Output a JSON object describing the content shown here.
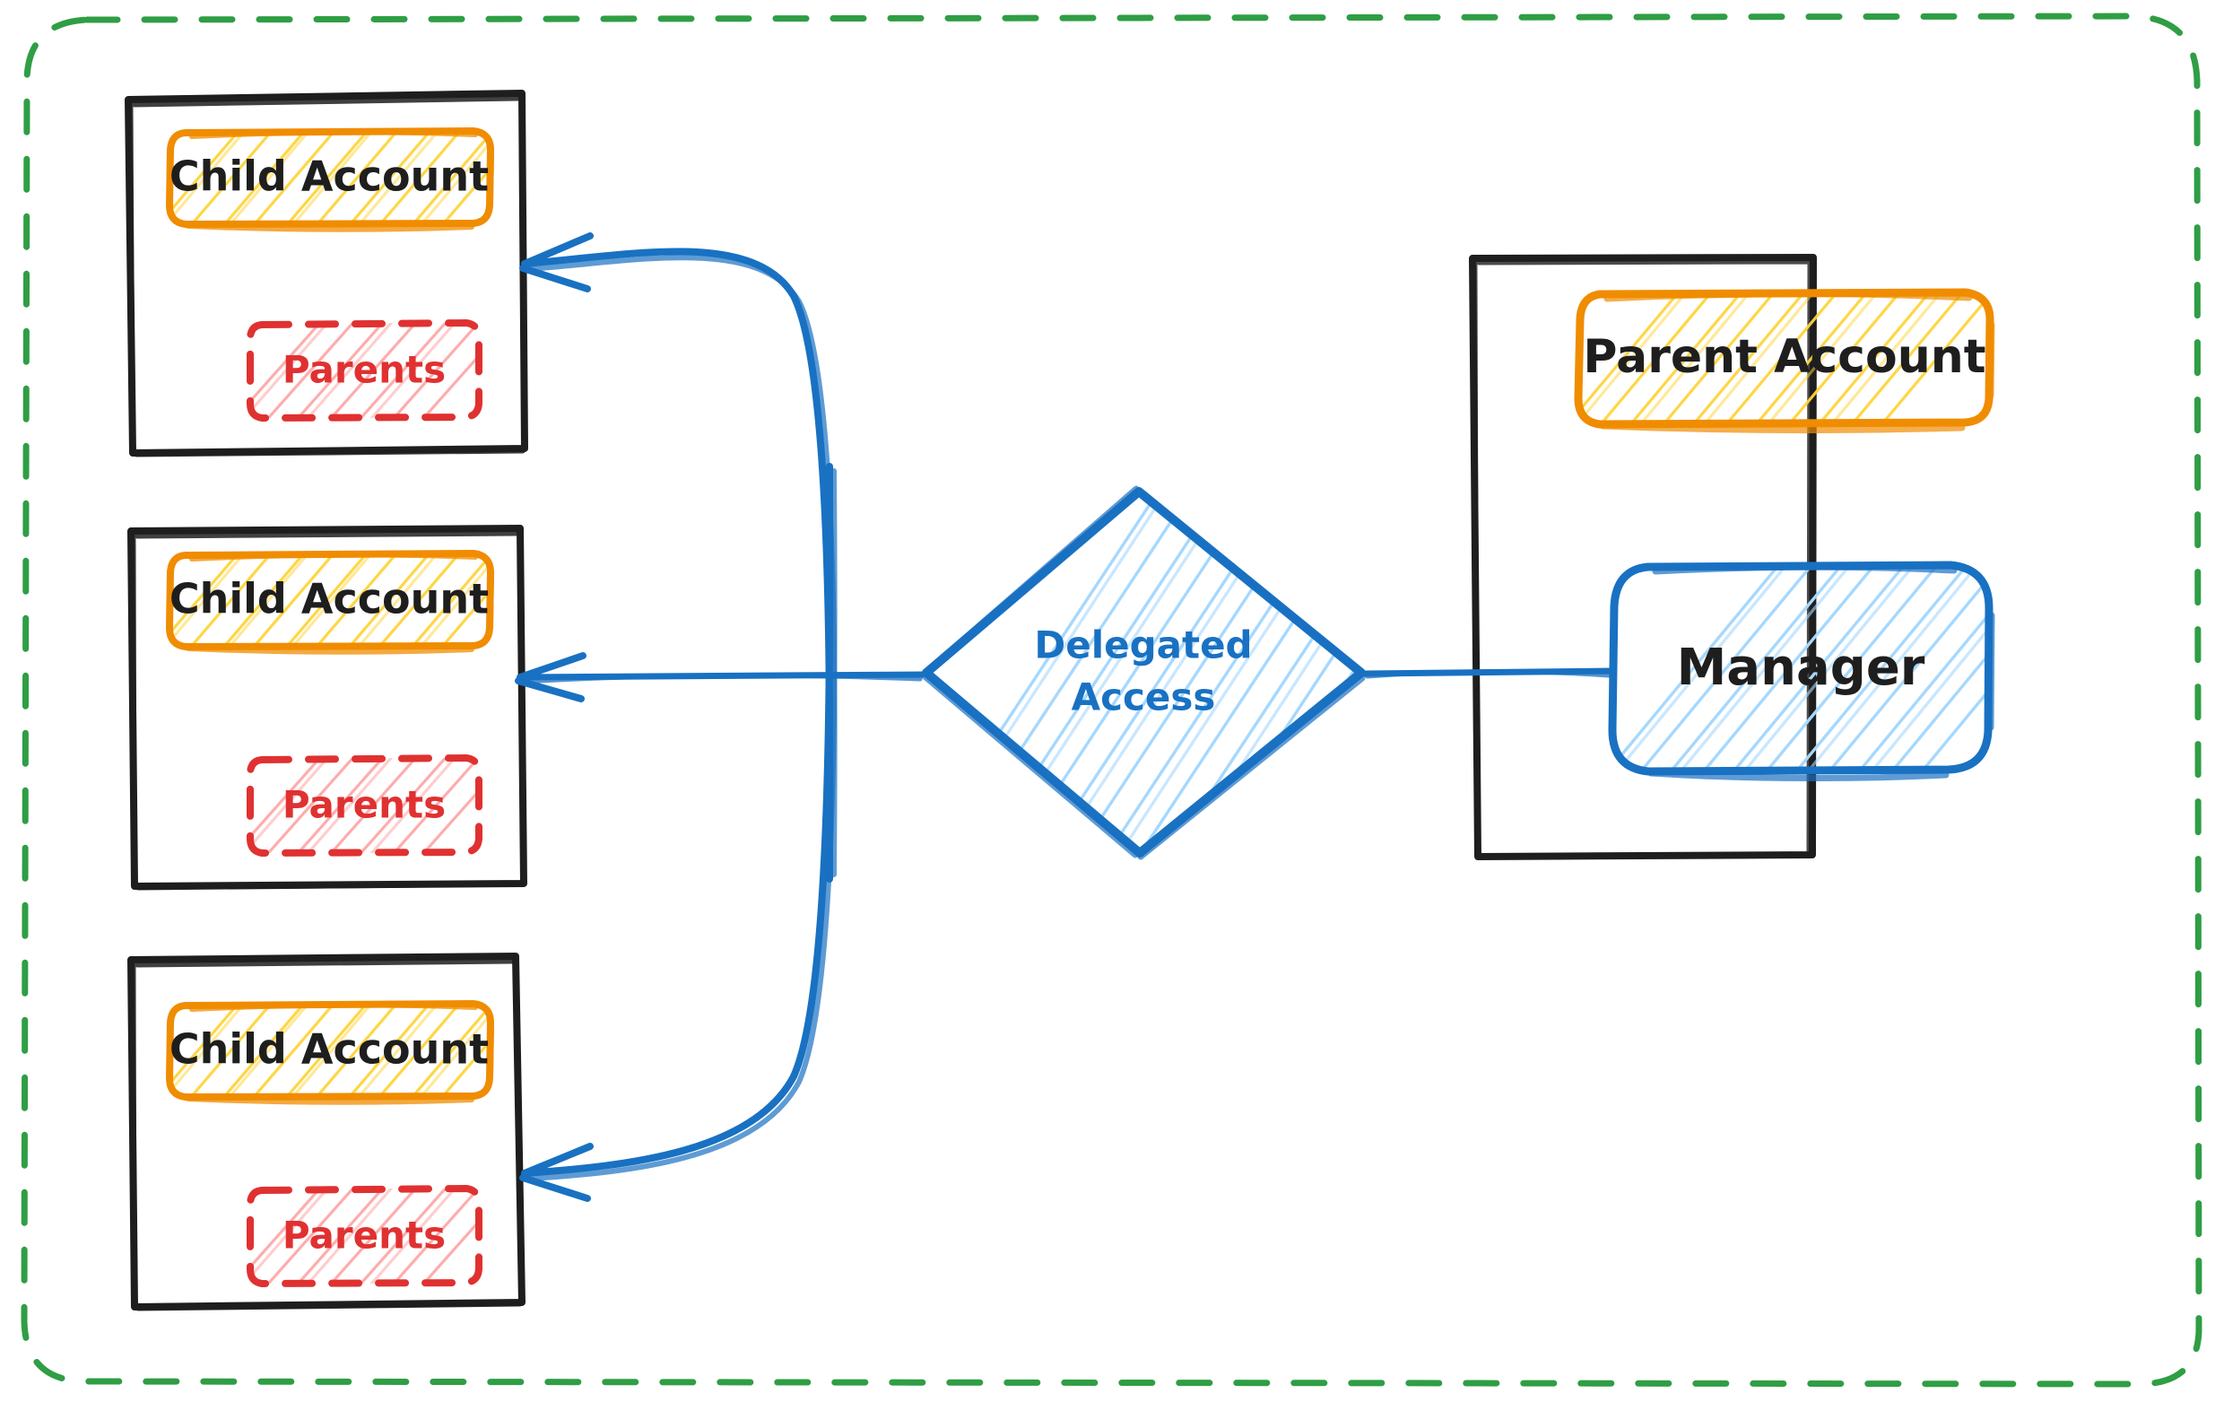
{
  "diagram": {
    "title": "Delegated Access",
    "container": {
      "name": "outer-boundary",
      "style": "dashed",
      "color": "#2f9e44"
    },
    "colors": {
      "black": "#1e1e1e",
      "orange_stroke": "#f08c00",
      "yellow_fill": "#ffd43b",
      "red_stroke": "#e03131",
      "red_fill": "#ffa8a8",
      "blue_stroke": "#1971c2",
      "blue_fill": "#a5d8ff",
      "green_dashed": "#2f9e44",
      "background": "#ffffff"
    },
    "child_accounts": [
      {
        "id": "child-1",
        "account_label": "Child Account",
        "parents_label": "Parents"
      },
      {
        "id": "child-2",
        "account_label": "Child Account",
        "parents_label": "Parents"
      },
      {
        "id": "child-3",
        "account_label": "Child Account",
        "parents_label": "Parents"
      }
    ],
    "center_node": {
      "id": "delegated-access",
      "shape": "diamond",
      "line1": "Delegated",
      "line2": "Access"
    },
    "parent_group": {
      "id": "parent-account-group",
      "account_label": "Parent Account",
      "manager_label": "Manager"
    },
    "connections": [
      {
        "from": "delegated-access",
        "to": "child-1",
        "type": "arrow",
        "shape": "curved"
      },
      {
        "from": "delegated-access",
        "to": "child-2",
        "type": "arrow",
        "shape": "straight"
      },
      {
        "from": "delegated-access",
        "to": "child-3",
        "type": "arrow",
        "shape": "curved"
      },
      {
        "from": "manager",
        "to": "delegated-access",
        "type": "line",
        "shape": "straight"
      }
    ]
  }
}
